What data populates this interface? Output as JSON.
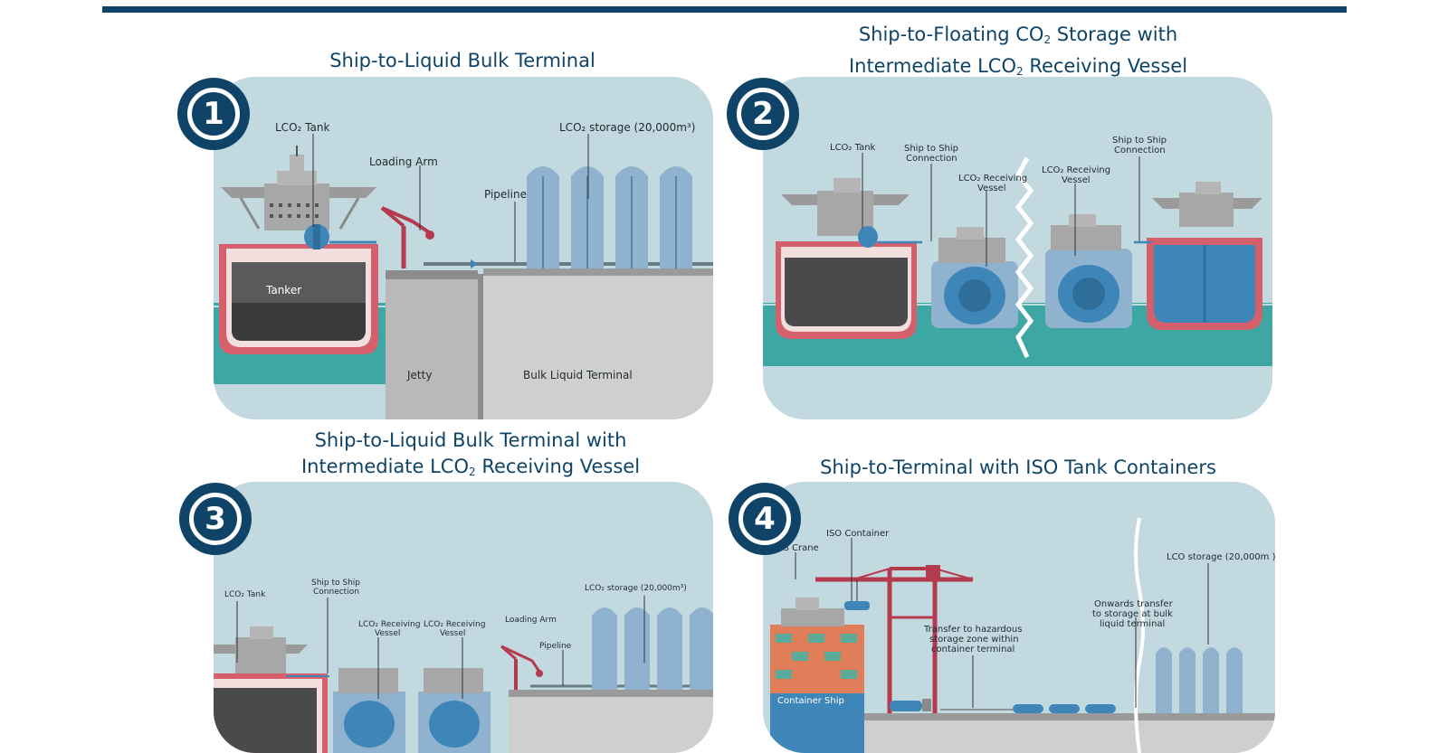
{
  "panel1": {
    "number": "1",
    "title": "Ship-to-Liquid Bulk Terminal",
    "labels": {
      "tank": "LCO₂ Tank",
      "loading_arm": "Loading Arm",
      "storage": "LCO₂ storage (20,000m³)",
      "pipeline": "Pipeline",
      "tanker": "Tanker",
      "jetty": "Jetty",
      "terminal": "Bulk Liquid Terminal"
    }
  },
  "panel2": {
    "number": "2",
    "title_line1_pre": "Ship-to-Floating CO",
    "title_line1_sub": "2",
    "title_line1_post": " Storage with",
    "title_line2_pre": "Intermediate LCO",
    "title_line2_sub": "2",
    "title_line2_post": " Receiving Vessel",
    "labels": {
      "tank": "LCO₂ Tank",
      "sts_connection_1a": "Ship to Ship",
      "sts_connection_1b": "Connection",
      "receiving_1a": "LCO₂ Receiving",
      "receiving_1b": "Vessel",
      "receiving_2a": "LCO₂ Receiving",
      "receiving_2b": "Vessel",
      "sts_connection_2a": "Ship to Ship",
      "sts_connection_2b": "Connection"
    }
  },
  "panel3": {
    "number": "3",
    "title_line1": "Ship-to-Liquid Bulk Terminal with",
    "title_line2_pre": "Intermediate LCO",
    "title_line2_sub": "2",
    "title_line2_post": " Receiving Vessel",
    "labels": {
      "tank": "LCO₂ Tank",
      "sts_a": "Ship to Ship",
      "sts_b": "Connection",
      "recv1_a": "LCO₂ Receiving",
      "recv1_b": "Vessel",
      "recv2_a": "LCO₂ Receiving",
      "recv2_b": "Vessel",
      "loading_arm": "Loading Arm",
      "pipeline": "Pipeline",
      "storage": "LCO₂ storage (20,000m³)"
    }
  },
  "panel4": {
    "number": "4",
    "title": "Ship-to-Terminal with ISO Tank Containers",
    "labels": {
      "iso_container": "ISO Container",
      "sts_crane": "STS Crane",
      "storage": "LCO  storage (20,000m )",
      "onwards_1": "Onwards transfer",
      "onwards_2": "to storage at bulk",
      "onwards_3": "liquid terminal",
      "transfer_1": "Transfer to hazardous",
      "transfer_2": "storage zone within",
      "transfer_3": "container terminal",
      "container_ship": "Container Ship"
    }
  },
  "colors": {
    "navy": "#0f4468",
    "panel_bg": "#c3d9e0",
    "sea": "#3fa7a3",
    "hull_red": "#d55f6a",
    "tank_blue": "#3e86b8",
    "crane_red": "#b53a4e"
  }
}
